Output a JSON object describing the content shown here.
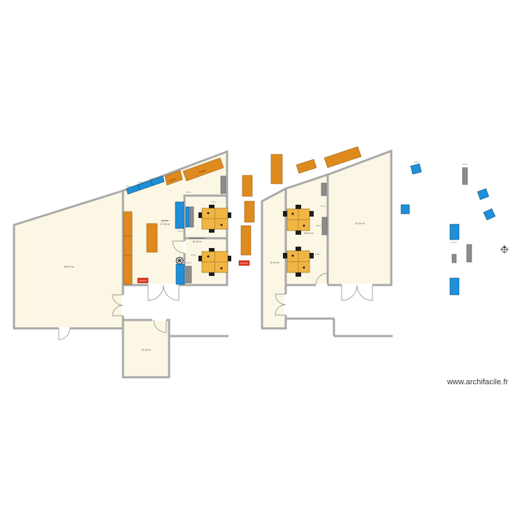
{
  "app": {
    "watermark": "www.archifacile.fr"
  },
  "rooms": {
    "big_left": {
      "area": "86.69 m²"
    },
    "atelier_zone": {
      "name": "Atelier",
      "area": "17.36 m²"
    },
    "maintenance": {
      "name": "Maintenance",
      "area": "18.43 m²"
    },
    "small_bottom": {
      "area": "15.18 m²"
    },
    "office_right": {
      "area": "25.62 m²"
    },
    "corridor_right": {
      "area": "12.42 m²"
    },
    "large_right": {
      "area": "41.26 m²"
    }
  },
  "labels": {
    "orange_a": "Bureau",
    "orange_b": "Bureau",
    "red_a": "Extincteur",
    "red_b": "Extincteur"
  },
  "dims": {
    "d1": "0.8 m",
    "d2": "0.8 m",
    "d3": "0.8 m",
    "d4": "0.6 m",
    "d5": "1.2 m",
    "d6": "0.6 m",
    "d7": "0.6 m",
    "d8": "0.6 m",
    "d9": "0.8 m",
    "d10": "1.2 m",
    "d11": "0.6 m",
    "d12": "0.6 m",
    "d13": "0.8 m",
    "d14": "0.6 m"
  },
  "colors": {
    "floor": "#fbf7e4",
    "wall": "#a8a8a8",
    "furniture_orange": "#de8a1e",
    "furniture_blue": "#1e8fd8",
    "furniture_grey": "#8c8c8c",
    "desk": "#f1b544",
    "extinguisher": "#e2341d"
  },
  "icons": {
    "compass": "compass-icon",
    "fan": "fan-icon",
    "chair": "office-chair-icon"
  }
}
